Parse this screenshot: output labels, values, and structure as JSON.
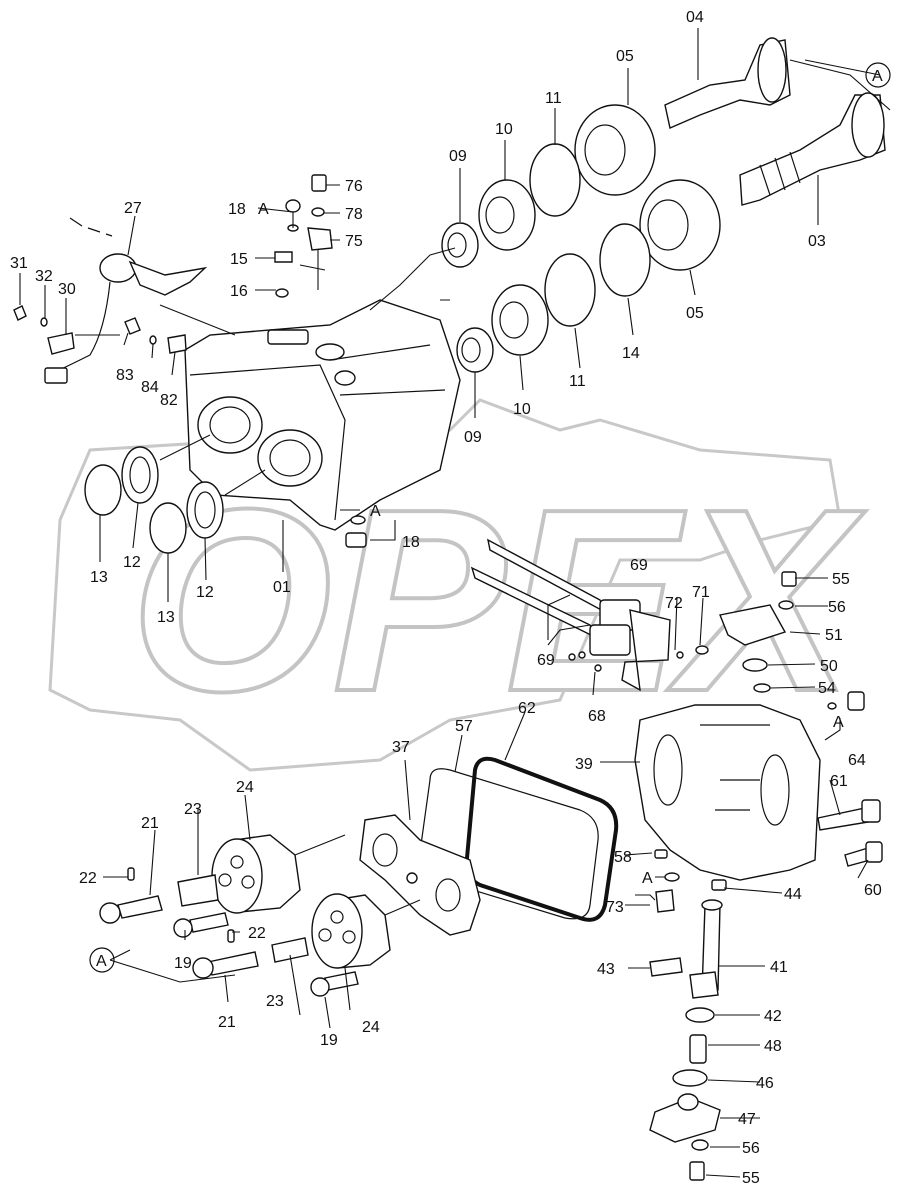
{
  "watermark": "OPEX",
  "callouts": [
    {
      "id": "04",
      "text": "04"
    },
    {
      "id": "05a",
      "text": "05"
    },
    {
      "id": "11a",
      "text": "11"
    },
    {
      "id": "10a",
      "text": "10"
    },
    {
      "id": "09a",
      "text": "09"
    },
    {
      "id": "27",
      "text": "27"
    },
    {
      "id": "18a",
      "text": "18"
    },
    {
      "id": "A1",
      "text": "A"
    },
    {
      "id": "76",
      "text": "76"
    },
    {
      "id": "78",
      "text": "78"
    },
    {
      "id": "75",
      "text": "75"
    },
    {
      "id": "15",
      "text": "15"
    },
    {
      "id": "16",
      "text": "16"
    },
    {
      "id": "31",
      "text": "31"
    },
    {
      "id": "32",
      "text": "32"
    },
    {
      "id": "30",
      "text": "30"
    },
    {
      "id": "83",
      "text": "83"
    },
    {
      "id": "84",
      "text": "84"
    },
    {
      "id": "82",
      "text": "82"
    },
    {
      "id": "03",
      "text": "03"
    },
    {
      "id": "05b",
      "text": "05"
    },
    {
      "id": "14",
      "text": "14"
    },
    {
      "id": "11b",
      "text": "11"
    },
    {
      "id": "10b",
      "text": "10"
    },
    {
      "id": "09b",
      "text": "09"
    },
    {
      "id": "A2",
      "text": "A"
    },
    {
      "id": "18b",
      "text": "18"
    },
    {
      "id": "13a",
      "text": "13"
    },
    {
      "id": "12a",
      "text": "12"
    },
    {
      "id": "13b",
      "text": "13"
    },
    {
      "id": "12b",
      "text": "12"
    },
    {
      "id": "01",
      "text": "01"
    },
    {
      "id": "69a",
      "text": "69"
    },
    {
      "id": "72",
      "text": "72"
    },
    {
      "id": "71",
      "text": "71"
    },
    {
      "id": "69b",
      "text": "69"
    },
    {
      "id": "68",
      "text": "68"
    },
    {
      "id": "55a",
      "text": "55"
    },
    {
      "id": "56a",
      "text": "56"
    },
    {
      "id": "51",
      "text": "51"
    },
    {
      "id": "50",
      "text": "50"
    },
    {
      "id": "54",
      "text": "54"
    },
    {
      "id": "A3",
      "text": "A"
    },
    {
      "id": "64",
      "text": "64"
    },
    {
      "id": "57",
      "text": "57"
    },
    {
      "id": "62",
      "text": "62"
    },
    {
      "id": "37",
      "text": "37"
    },
    {
      "id": "39",
      "text": "39"
    },
    {
      "id": "61",
      "text": "61"
    },
    {
      "id": "60",
      "text": "60"
    },
    {
      "id": "58",
      "text": "58"
    },
    {
      "id": "A4",
      "text": "A"
    },
    {
      "id": "44",
      "text": "44"
    },
    {
      "id": "73",
      "text": "73"
    },
    {
      "id": "43",
      "text": "43"
    },
    {
      "id": "41",
      "text": "41"
    },
    {
      "id": "42",
      "text": "42"
    },
    {
      "id": "48",
      "text": "48"
    },
    {
      "id": "46",
      "text": "46"
    },
    {
      "id": "47",
      "text": "47"
    },
    {
      "id": "56b",
      "text": "56"
    },
    {
      "id": "55b",
      "text": "55"
    },
    {
      "id": "24a",
      "text": "24"
    },
    {
      "id": "21a",
      "text": "21"
    },
    {
      "id": "23a",
      "text": "23"
    },
    {
      "id": "22a",
      "text": "22"
    },
    {
      "id": "22b",
      "text": "22"
    },
    {
      "id": "19a",
      "text": "19"
    },
    {
      "id": "A5",
      "text": "A"
    },
    {
      "id": "23b",
      "text": "23"
    },
    {
      "id": "21b",
      "text": "21"
    },
    {
      "id": "19b",
      "text": "19"
    },
    {
      "id": "24b",
      "text": "24"
    }
  ]
}
